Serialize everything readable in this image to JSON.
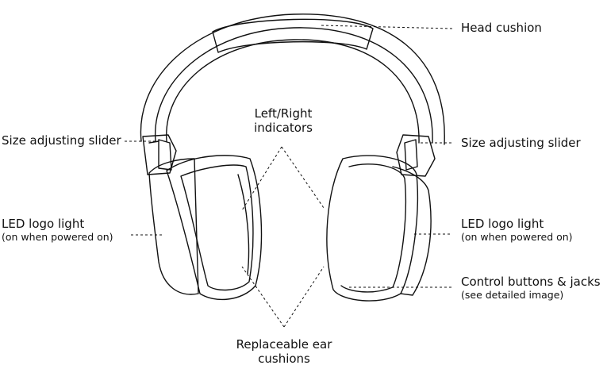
{
  "labels": {
    "head_cushion": "Head cushion",
    "size_slider_left": "Size adjusting slider",
    "size_slider_right": "Size adjusting slider",
    "lr_indicators_line1": "Left/Right",
    "lr_indicators_line2": "indicators",
    "led_left_main": "LED logo light",
    "led_left_sub": "(on when powered on)",
    "led_right_main": "LED logo light",
    "led_right_sub": "(on when powered on)",
    "controls_main": "Control buttons & jacks",
    "controls_sub": "(see detailed image)",
    "ear_cushions_line1": "Replaceable ear",
    "ear_cushions_line2": "cushions"
  },
  "colors": {
    "line": "#111111",
    "background": "#ffffff"
  }
}
